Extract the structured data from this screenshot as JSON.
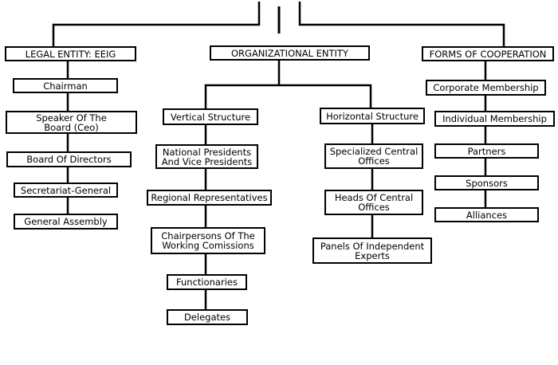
{
  "diagram": {
    "type": "organization-chart",
    "branches": [
      {
        "title": "LEGAL ENTITY: EEIG",
        "items": [
          "Chairman",
          "Speaker Of The\nBoard (Ceo)",
          "Board Of Directors",
          "Secretariat-General",
          "General Assembly"
        ]
      },
      {
        "title": "ORGANIZATIONAL ENTITY",
        "sub_branches": [
          {
            "title": "Vertical Structure",
            "items": [
              "National Presidents\nAnd Vice Presidents",
              "Regional Representatives",
              "Chairpersons Of The\nWorking Comissions",
              "Functionaries",
              "Delegates"
            ]
          },
          {
            "title": "Horizontal Structure",
            "items": [
              "Specialized Central\nOffices",
              "Heads Of Central\nOffices",
              "Panels Of Independent\nExperts"
            ]
          }
        ]
      },
      {
        "title": "FORMS OF COOPERATION",
        "items": [
          "Corporate Membership",
          "Individual Membership",
          "Partners",
          "Sponsors",
          "Alliances"
        ]
      }
    ]
  }
}
